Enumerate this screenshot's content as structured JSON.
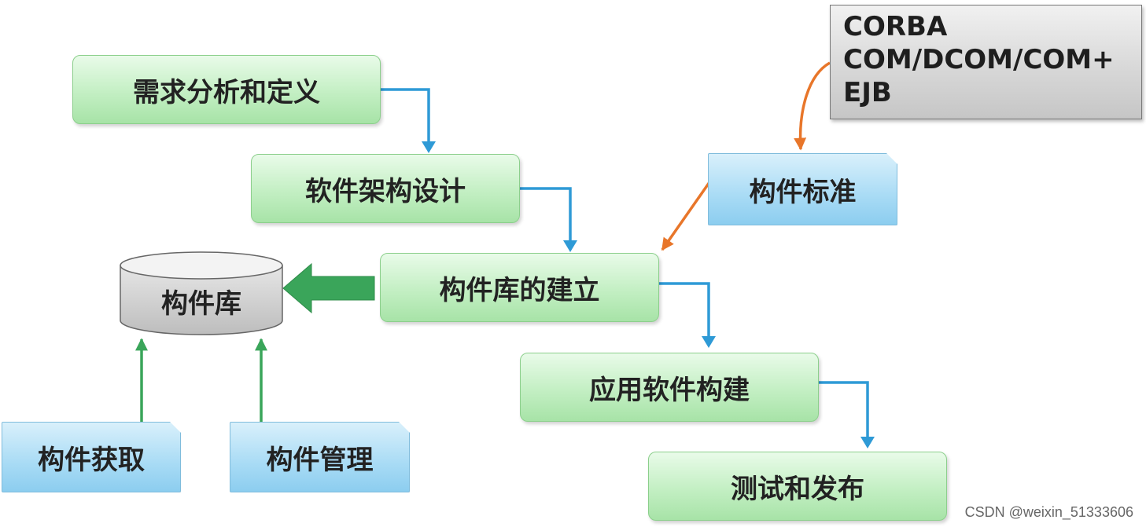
{
  "nodes": {
    "requirements": "需求分析和定义",
    "architecture": "软件架构设计",
    "library_build": "构件库的建立",
    "app_build": "应用软件构建",
    "test_release": "测试和发布",
    "component_standard": "构件标准",
    "component_library": "构件库",
    "component_acquire": "构件获取",
    "component_manage": "构件管理"
  },
  "standards": {
    "line1": "CORBA",
    "line2": "COM/DCOM/COM+",
    "line3": "EJB"
  },
  "watermark": "CSDN @weixin_51333606",
  "colors": {
    "flow_arrow": "#2e9ad6",
    "standard_arrow": "#e8762a",
    "library_arrow": "#3aa55a",
    "green_box": "#c3efc3",
    "blue_box": "#a8dbf5",
    "gray_box": "#d6d6d6"
  }
}
